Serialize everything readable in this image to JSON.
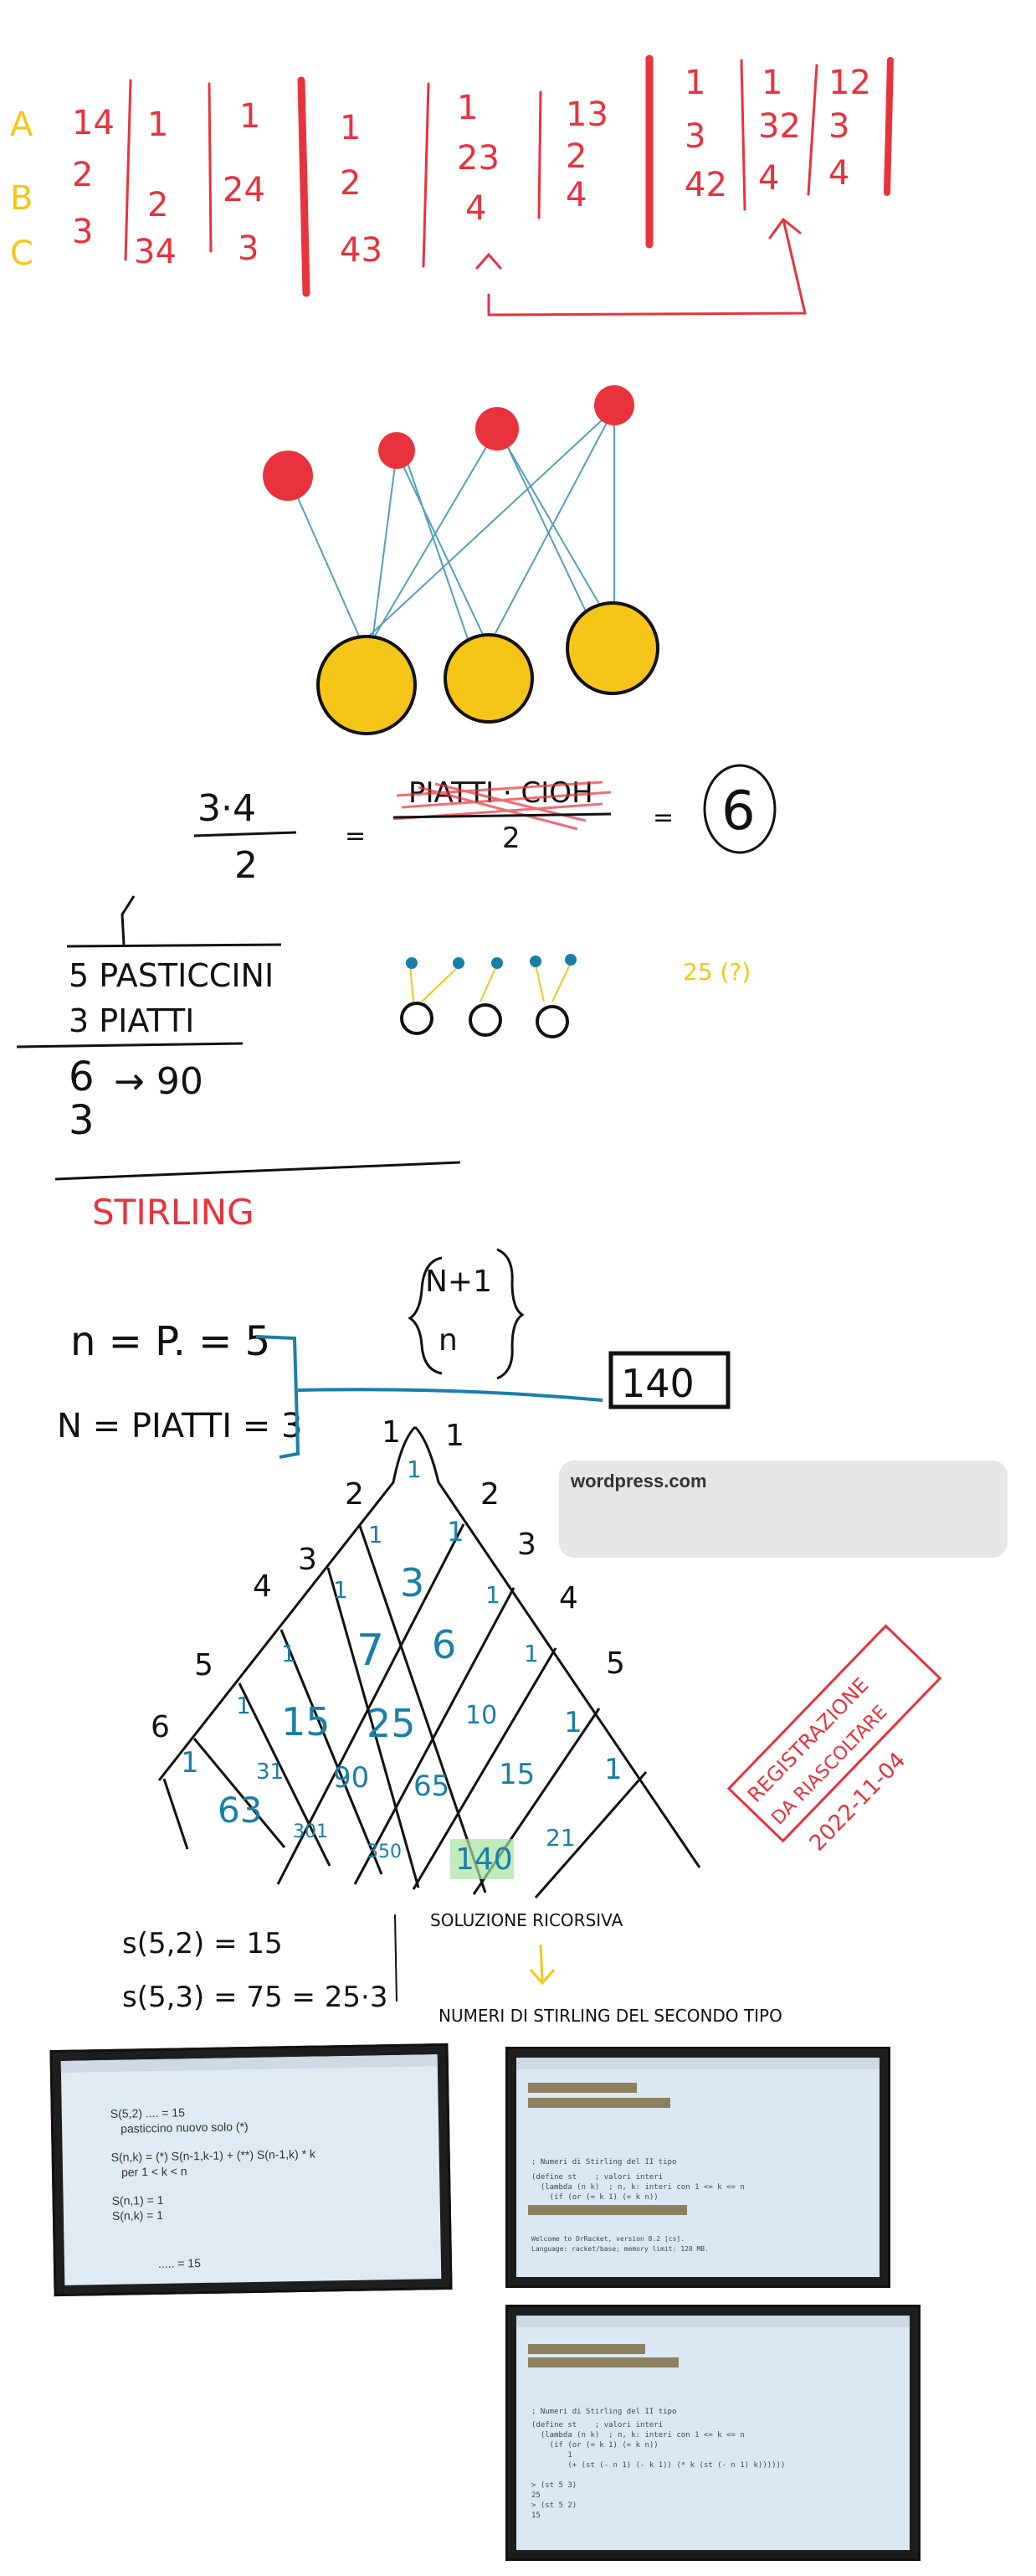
{
  "colors": {
    "red": "#e8323c",
    "blue": "#1a7fa8",
    "yellow": "#f5c518",
    "black": "#111111"
  },
  "hanoi": {
    "labels": [
      "A",
      "B",
      "C"
    ],
    "cols": [
      [
        "14",
        "2",
        "3"
      ],
      [
        "1",
        "2",
        "34"
      ],
      [
        "1",
        "24",
        "3"
      ],
      [
        "1",
        "2",
        "43"
      ],
      [
        "1",
        "23",
        "4"
      ],
      [
        "13",
        "2",
        "4"
      ],
      [
        "1",
        "3",
        "42"
      ],
      [
        "1",
        "32",
        "4"
      ],
      [
        "12",
        "3",
        "4"
      ]
    ]
  },
  "formula": {
    "num": "3·4",
    "den": "2",
    "eq1": "=",
    "crossed_num": "PIATTI · CIOH",
    "crossed_den": "2",
    "eq2": "=",
    "result": "6"
  },
  "pasticcini": {
    "line1": "5 PASTICCINI",
    "line2": "3 PIATTI",
    "top": "6",
    "bottom": "3",
    "arrow": "→ 90",
    "note": "25 (?)"
  },
  "stirling_title": "STIRLING",
  "params": {
    "n_line": "n = P. = 5",
    "N_line": "N = PIATTI = 3",
    "brace_top": "N+1",
    "brace_bottom": "n",
    "boxed": "140"
  },
  "chip": {
    "text": "wordpress.com"
  },
  "triangle": {
    "rows": [
      [
        "1"
      ],
      [
        "1",
        "1"
      ],
      [
        "1",
        "3",
        "1"
      ],
      [
        "1",
        "7",
        "6",
        "1"
      ],
      [
        "1",
        "15",
        "25",
        "10",
        "1"
      ],
      [
        "1",
        "31",
        "90",
        "65",
        "15",
        "1"
      ],
      [
        "63",
        "301",
        "350",
        "140",
        "21"
      ]
    ],
    "left_side": [
      "1",
      "2",
      "3",
      "4",
      "5",
      "6"
    ],
    "right_side": [
      "1",
      "2",
      "3",
      "4",
      "5"
    ],
    "highlight": "140"
  },
  "stamp": {
    "line1": "REGISTRAZIONE",
    "line2": "DA RIASCOLTARE",
    "date": "2022-11-04"
  },
  "bottom_notes": {
    "s52": "s(5,2) = 15",
    "s53": "s(5,3) = 75 = 25·3",
    "ricorsiva": "SOLUZIONE RICORSIVA",
    "tipo": "NUMERI DI STIRLING DEL SECONDO TIPO"
  },
  "screenshot1": {
    "l1": "S(5,2) .... = 15",
    "l2": "pasticcino nuovo solo (*)",
    "l3": "S(n,k) = (*) S(n-1,k-1) + (**) S(n-1,k) * k",
    "l4": "per 1 < k < n",
    "l5": "S(n,1) = 1",
    "l6": "S(n,k) = 1",
    "l7": "..... = 15"
  },
  "screenshot2": {
    "c1": "; Numeri di Stirling del II tipo",
    "c2": "(define st    ; valori interi",
    "c3": "  (lambda (n k)  ; n, k: interi con 1 <= k <= n",
    "c4": "    (if (or (= k 1) (= k n))",
    "c5": "Welcome to DrRacket, version 8.2 [cs].",
    "c6": "Language: racket/base; memory limit: 128 MB."
  },
  "screenshot3": {
    "c1": "; Numeri di Stirling del II tipo",
    "c2": "(define st    ; valori interi",
    "c3": "  (lambda (n k)  ; n, k: interi con 1 <= k <= n",
    "c4": "    (if (or (= k 1) (= k n))",
    "c5": "        1",
    "c6": "        (+ (st (- n 1) (- k 1)) (* k (st (- n 1) k))))))",
    "c7": "> (st 5 3)",
    "c8": "25",
    "c9": "> (st 5 2)",
    "c10": "15"
  }
}
